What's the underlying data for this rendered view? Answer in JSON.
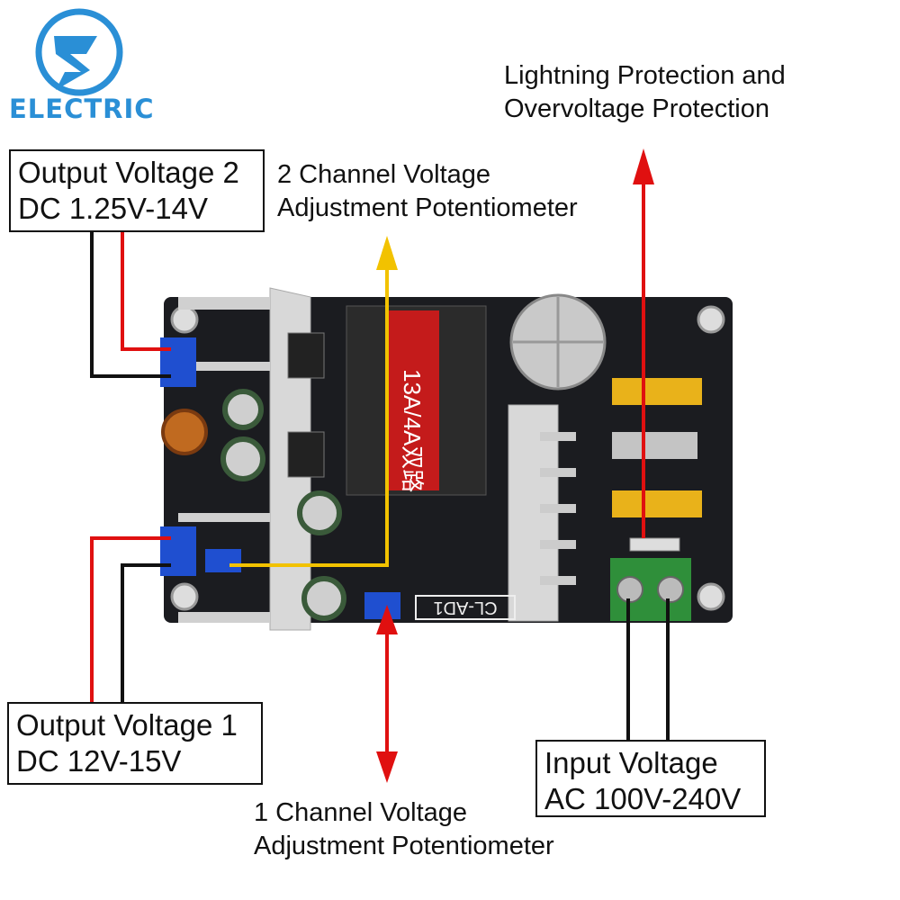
{
  "brand": {
    "logo_text": "ELECTRIC",
    "color": "#2a8fd6"
  },
  "callouts": {
    "output2": {
      "line1": "Output Voltage 2",
      "line2": "DC 1.25V-14V"
    },
    "output1": {
      "line1": "Output Voltage 1",
      "line2": "DC 12V-15V"
    },
    "input": {
      "line1": "Input Voltage",
      "line2": "AC 100V-240V"
    },
    "pot2": {
      "line1": "2 Channel Voltage",
      "line2": "Adjustment Potentiometer"
    },
    "pot1": {
      "line1": "1 Channel Voltage",
      "line2": "Adjustment Potentiometer"
    },
    "protection": {
      "line1": "Lightning Protection and",
      "line2": "Overvoltage Protection"
    }
  },
  "board": {
    "transformer_label": "13A/4A双路",
    "model_label": "CL-AD1"
  },
  "colors": {
    "arrow_red": "#e01010",
    "arrow_yellow": "#f2c200",
    "board": "#1b1c20",
    "terminal_blue": "#1f4fd0",
    "terminal_green": "#2f8f3a"
  }
}
